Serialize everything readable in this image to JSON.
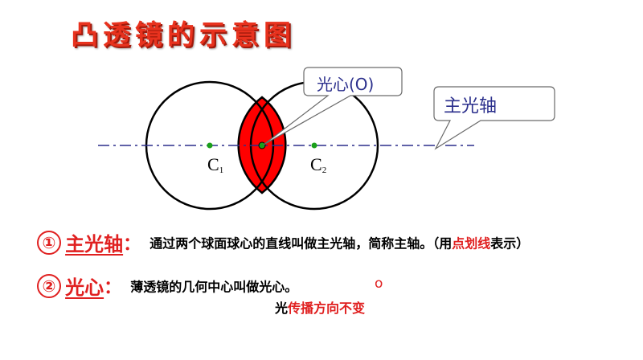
{
  "title": "凸透镜的示意图",
  "callouts": {
    "optical_center": "光心(O)",
    "principal_axis": "主光轴"
  },
  "points": {
    "c1": "C",
    "c1_sub": "1",
    "c2": "C",
    "c2_sub": "2"
  },
  "items": [
    {
      "number": "①",
      "term": "主光轴",
      "colon": "：",
      "desc_before": "通过两个球面球心的直线叫做主光轴，简称主轴。（用",
      "desc_highlight": "点划线",
      "desc_after": "表示）"
    },
    {
      "number": "②",
      "term": "光心",
      "colon": "：",
      "desc": "薄透镜的几何中心叫做光心。"
    }
  ],
  "note": {
    "symbol": "o",
    "prefix": "光",
    "highlight": "传播方向不变"
  },
  "colors": {
    "title": "#e8321e",
    "accent_red": "#e02020",
    "axis_blue": "#2b2f8c",
    "center_green": "#1aa01a",
    "lens_fill": "#ff0000"
  }
}
